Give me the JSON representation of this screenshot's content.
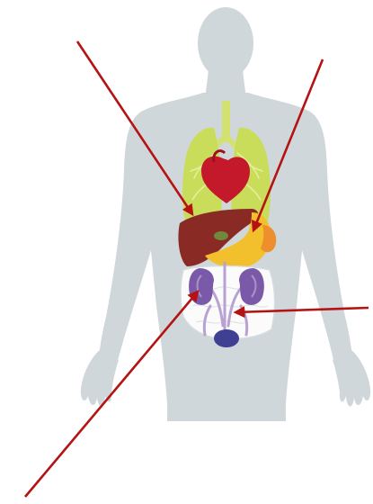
{
  "figure": {
    "kind": "anatomy-diagram",
    "subject": "human-torso-internal-organs",
    "labels": [
      "",
      "",
      "",
      ""
    ],
    "organs": [
      {
        "name": "lungs",
        "color": "#c9dd5a"
      },
      {
        "name": "trachea",
        "color": "#d3e26e"
      },
      {
        "name": "heart",
        "color": "#c4182b"
      },
      {
        "name": "liver",
        "color": "#8a2a24"
      },
      {
        "name": "stomach",
        "color": "#f2c02c"
      },
      {
        "name": "spleen",
        "color": "#ec8f2c"
      },
      {
        "name": "kidneys",
        "color": "#7a5aa8"
      },
      {
        "name": "intestines",
        "color": "#fbfbfb"
      },
      {
        "name": "bladder",
        "color": "#3f3f94"
      }
    ],
    "pointers": [
      {
        "name": "liver-pointer",
        "target": "liver"
      },
      {
        "name": "stomach-pointer",
        "target": "stomach"
      },
      {
        "name": "intestines-pointer",
        "target": "intestines"
      },
      {
        "name": "kidney-pointer",
        "target": "kidneys"
      }
    ],
    "colors": {
      "body": "#cfd7da",
      "arrow": "#b51313",
      "background": "#ffffff"
    }
  }
}
